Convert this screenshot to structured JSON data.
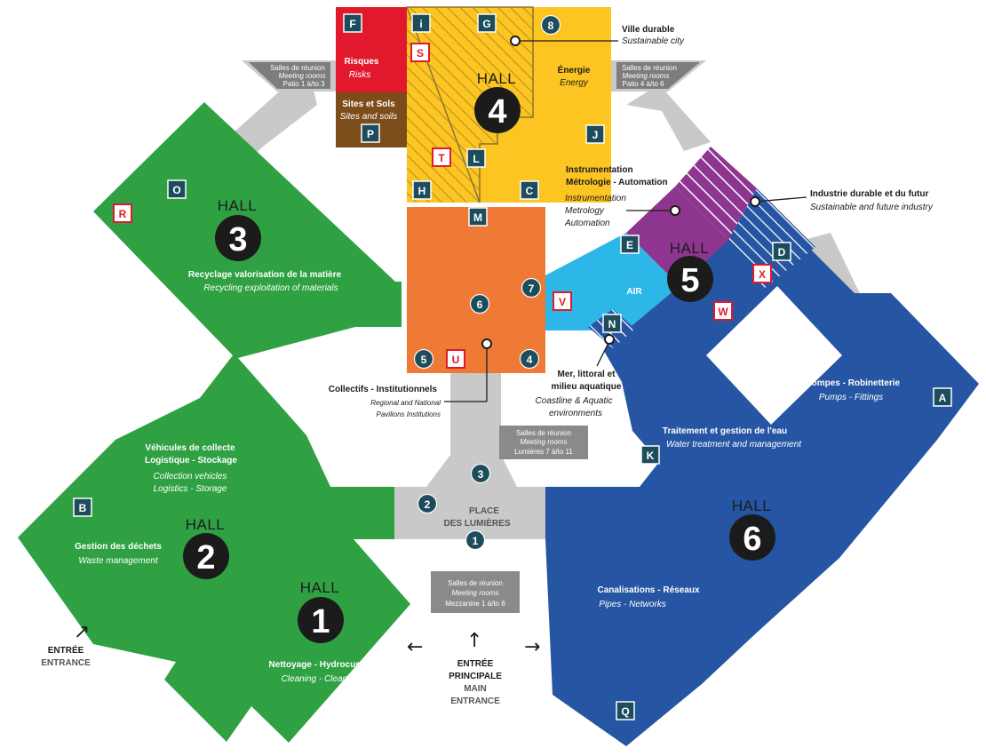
{
  "colors": {
    "green": "#2fa143",
    "blue": "#2655a3",
    "orange": "#ee7a36",
    "yellow": "#fdc521",
    "red": "#e2192d",
    "brown": "#7c4d1a",
    "purple": "#8e3590",
    "cyan": "#2db6e8",
    "grey": "#c9c9c9",
    "dark": "#1b1b1b",
    "teal": "#1d4d5c"
  },
  "halls": [
    {
      "word": "HALL",
      "number": "1"
    },
    {
      "word": "HALL",
      "number": "2"
    },
    {
      "word": "HALL",
      "number": "3"
    },
    {
      "word": "HALL",
      "number": "4"
    },
    {
      "word": "HALL",
      "number": "5"
    },
    {
      "word": "HALL",
      "number": "6"
    }
  ],
  "zones": {
    "risques": {
      "fr": "Risques",
      "en": "Risks"
    },
    "sites": {
      "fr": "Sites et Sols",
      "en": "Sites and soils"
    },
    "energie": {
      "fr": "Énergie",
      "en": "Energy"
    },
    "ville": {
      "fr": "Ville durable",
      "en": "Sustainable city"
    },
    "instrumentation": {
      "fr1": "Instrumentation",
      "fr2": "Métrologie - Automation",
      "en1": "Instrumentation",
      "en2": "Metrology",
      "en3": "Automation"
    },
    "industrie": {
      "fr": "Industrie durable et du futur",
      "en": "Sustainable and future industry"
    },
    "air": {
      "fr": "AIR"
    },
    "recyclage": {
      "fr": "Recyclage valorisation de la matière",
      "en": "Recycling exploitation of materials"
    },
    "vehicules": {
      "fr1": "Véhicules de collecte",
      "fr2": "Logistique - Stockage",
      "en1": "Collection vehicles",
      "en2": "Logistics  -  Storage"
    },
    "dechets": {
      "fr": "Gestion des déchets",
      "en": "Waste management"
    },
    "nettoyage": {
      "fr": "Nettoyage - Hydrocurage",
      "en": "Cleaning - Cleansing"
    },
    "collectifs": {
      "fr": "Collectifs - Institutionnels",
      "en1": "Regional and National",
      "en2": "Pavilions Institutions"
    },
    "mer": {
      "fr1": "Mer, littoral et",
      "fr2": "milieu aquatique",
      "en1": "Coastline & Aquatic",
      "en2": "environments"
    },
    "pompes": {
      "fr": "Pompes - Robinetterie",
      "en": "Pumps - Fittings"
    },
    "traitement": {
      "fr": "Traitement et gestion de l'eau",
      "en": "Water treatment and management"
    },
    "canalisations": {
      "fr": "Canalisations - Réseaux",
      "en": "Pipes - Networks"
    }
  },
  "meeting_rooms": [
    {
      "fr": "Salles de réunion",
      "en": "Meeting rooms",
      "range": "Patio 1 à/to 3"
    },
    {
      "fr": "Salles de réunion",
      "en": "Meeting rooms",
      "range": "Patio 4 à/to 6"
    },
    {
      "fr": "Salles de réunion",
      "en": "Meeting rooms",
      "range": "Lumières 7 à/to 11"
    },
    {
      "fr": "Salles de réunion",
      "en": "Meeting rooms",
      "range": "Mezzanine 1 à/to 6"
    }
  ],
  "place": {
    "line1": "PLACE",
    "line2": "DES LUMIÈRES"
  },
  "entrances": {
    "side": {
      "fr": "ENTRÉE",
      "en": "ENTRANCE"
    },
    "main": {
      "fr1": "ENTRÉE",
      "fr2": "PRINCIPALE",
      "en1": "MAIN",
      "en2": "ENTRANCE"
    }
  },
  "letters_dark": [
    "F",
    "i",
    "G",
    "P",
    "J",
    "L",
    "H",
    "C",
    "M",
    "O",
    "E",
    "D",
    "N",
    "B",
    "A",
    "K",
    "Q"
  ],
  "letters_red": [
    "S",
    "T",
    "R",
    "V",
    "U",
    "X",
    "W"
  ],
  "numbers": [
    "1",
    "2",
    "3",
    "4",
    "5",
    "6",
    "7",
    "8"
  ]
}
